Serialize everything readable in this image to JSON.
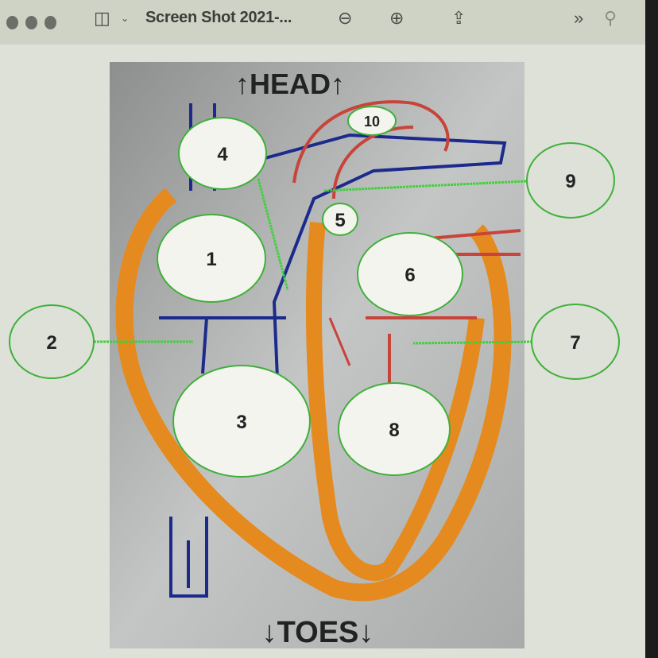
{
  "window": {
    "title": "Screen Shot 2021-...",
    "icons": [
      "close-dot",
      "minimize-dot",
      "zoom-dot",
      "sidebar-icon",
      "chevron-down-icon",
      "zoom-out-icon",
      "zoom-in-icon",
      "share-icon",
      "more-icon",
      "search-icon"
    ]
  },
  "diagram": {
    "top_label": "↑HEAD↑",
    "bottom_label": "↓TOES↓",
    "markers": [
      "1",
      "2",
      "3",
      "4",
      "5",
      "6",
      "7",
      "8",
      "9",
      "10"
    ],
    "colors": {
      "wall": "#e58a1e",
      "deoxygenated": "#1c2a8c",
      "oxygenated": "#c8443a",
      "pointer": "#3fd03a",
      "marker_fill": "#f4f4ee"
    }
  }
}
